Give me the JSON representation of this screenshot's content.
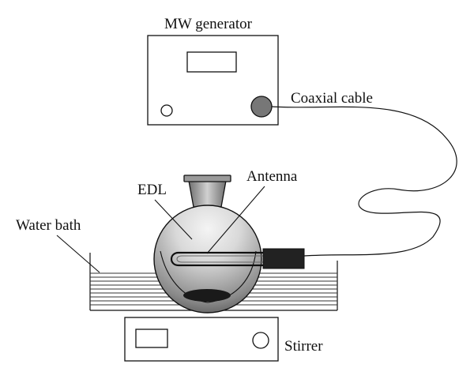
{
  "labels": {
    "generator": "MW generator",
    "cable": "Coaxial cable",
    "edl": "EDL",
    "antenna": "Antenna",
    "water_bath": "Water bath",
    "stirrer": "Stirrer"
  },
  "colors": {
    "stroke": "#111111",
    "flask_dark": "#555555",
    "flask_light": "#f4f4f4",
    "knob_fill": "#777777",
    "stir_bar": "#1a1a1a",
    "connector": "#222222"
  }
}
